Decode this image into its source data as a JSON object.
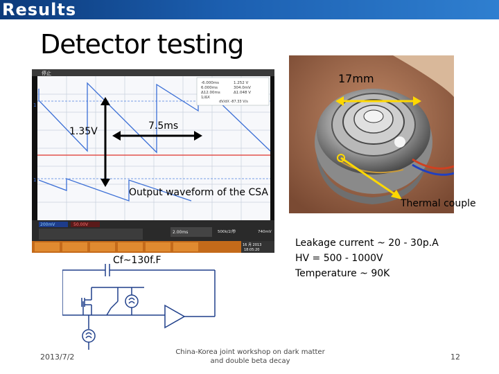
{
  "header": {
    "title": "Results"
  },
  "slide": {
    "title": "Detector testing"
  },
  "oscilloscope": {
    "cursor_readout": [
      "-6.000ms",
      "6.000ms",
      "Δ12.00ms",
      "1/ΔX",
      "1.252 V",
      "304.0mV",
      "Δ1.048 V",
      "dV/dX -87.33 V/s"
    ],
    "ch1_scale": "200mV",
    "ch2_scale": "50.00V",
    "time_scale": "2.00ms",
    "sample_info": "500k/2/秒",
    "trigger_level": "740mV",
    "date": "16 月 2013",
    "time": "18:05:20"
  },
  "annotations": {
    "size_label": "17mm",
    "voltage_label": "1.35V",
    "time_label": "7.5ms",
    "waveform_caption": "Output waveform of the CSA",
    "thermocouple_label": "Thermal couple",
    "feedback_cap_label": "Cf~130f.F"
  },
  "specs": [
    "Leakage current ~ 20 - 30p.A",
    "HV = 500 - 1000V",
    "Temperature ~ 90K"
  ],
  "footer": {
    "date": "2013/7/2",
    "event": "China-Korea joint workshop on dark matter and double beta decay",
    "page": "12"
  },
  "colors": {
    "header": "#1c5fb0",
    "arrow": "#000000",
    "callout_yellow": "#ffd800",
    "waveform_blue": "#3b6fd6",
    "grid": "#c8d0dc"
  }
}
